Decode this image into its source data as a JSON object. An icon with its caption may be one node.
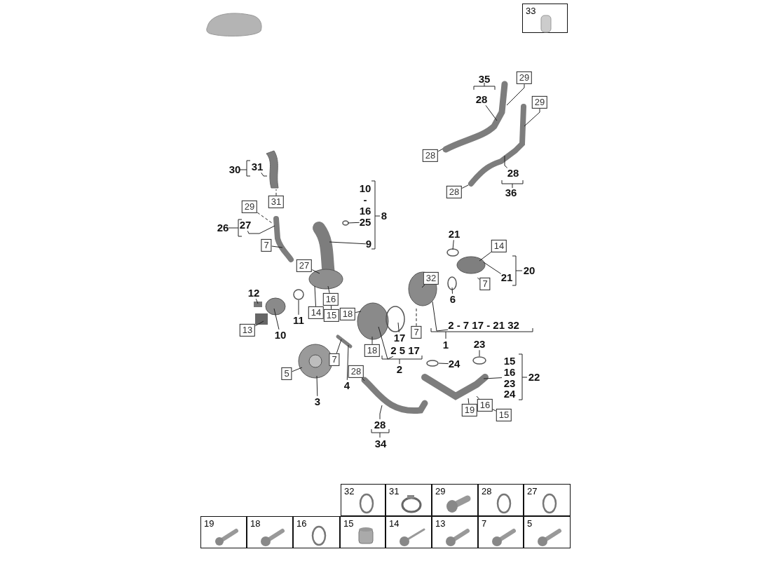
{
  "diagram": {
    "nodes": [
      {
        "text": [
          "28"
        ]
      },
      {
        "text": [
          "29"
        ]
      },
      {
        "text": [
          "29"
        ]
      },
      {
        "text": [
          "28"
        ]
      },
      {
        "text": [
          "31"
        ]
      },
      {
        "text": [
          "28"
        ]
      },
      {
        "text": [
          "28"
        ]
      },
      {
        "text": [
          "31"
        ]
      },
      {
        "text": [
          "29"
        ]
      },
      {
        "text": [
          "25"
        ]
      },
      {
        "text": [
          "27"
        ]
      },
      {
        "text": [
          "21"
        ]
      },
      {
        "text": [
          "9"
        ]
      },
      {
        "text": [
          "7"
        ]
      },
      {
        "text": [
          "14"
        ]
      },
      {
        "text": [
          "27"
        ]
      },
      {
        "text": [
          "21"
        ]
      },
      {
        "text": [
          "32"
        ]
      },
      {
        "text": [
          "7"
        ]
      },
      {
        "text": [
          "12"
        ]
      },
      {
        "text": [
          "6"
        ]
      },
      {
        "text": [
          "16"
        ]
      },
      {
        "text": [
          "14"
        ]
      },
      {
        "text": [
          "18"
        ]
      },
      {
        "text": [
          "15"
        ]
      },
      {
        "text": [
          "11"
        ]
      },
      {
        "text": [
          "2 - 7 17 - 21 32"
        ]
      },
      {
        "text": [
          "13"
        ]
      },
      {
        "text": [
          "7"
        ]
      },
      {
        "text": [
          "10"
        ]
      },
      {
        "text": [
          "17"
        ]
      },
      {
        "text": [
          "23"
        ]
      },
      {
        "text": [
          "18"
        ]
      },
      {
        "text": [
          "2 5 17"
        ]
      },
      {
        "text": [
          "7"
        ]
      },
      {
        "text": [
          "15 16 23 24"
        ]
      },
      {
        "text": [
          "24"
        ]
      },
      {
        "text": [
          "28"
        ]
      },
      {
        "text": [
          "5"
        ]
      },
      {
        "text": [
          "4"
        ]
      },
      {
        "text": [
          "3"
        ]
      },
      {
        "text": [
          "16"
        ]
      },
      {
        "text": [
          "19"
        ]
      },
      {
        "text": [
          "15"
        ]
      },
      {
        "text": [
          "28"
        ]
      }
    ],
    "edges": [
      {
        "from": 0,
        "to": null,
        "arrow": "none"
      },
      {
        "from": 1,
        "to": null,
        "arrow": "none"
      },
      {
        "from": 2,
        "to": null,
        "arrow": "none"
      },
      {
        "from": 3,
        "to": null,
        "arrow": "none"
      },
      {
        "from": 4,
        "to": null,
        "arrow": "none"
      },
      {
        "from": 5,
        "to": null,
        "arrow": "none"
      },
      {
        "from": 6,
        "to": null,
        "arrow": "none"
      },
      {
        "from": 7,
        "to": null,
        "arrow": "none",
        "style": "dashed"
      },
      {
        "from": 8,
        "to": null,
        "arrow": "none",
        "style": "dashed"
      },
      {
        "from": 9,
        "to": null,
        "arrow": "none"
      },
      {
        "from": 10,
        "to": null,
        "arrow": "none"
      },
      {
        "from": 11,
        "to": null,
        "arrow": "none"
      },
      {
        "from": 12,
        "to": null,
        "arrow": "none"
      },
      {
        "from": 13,
        "to": null,
        "arrow": "none"
      },
      {
        "from": 14,
        "to": null,
        "arrow": "none"
      },
      {
        "from": 15,
        "to": null,
        "arrow": "none"
      },
      {
        "from": 16,
        "to": null,
        "arrow": "none"
      },
      {
        "from": 17,
        "to": null,
        "arrow": "none"
      },
      {
        "from": 18,
        "to": null,
        "arrow": "none",
        "style": "dashed"
      },
      {
        "from": 19,
        "to": null,
        "arrow": "none"
      },
      {
        "from": 20,
        "to": null,
        "arrow": "none"
      },
      {
        "from": 21,
        "to": null,
        "arrow": "none"
      },
      {
        "from": 22,
        "to": null,
        "arrow": "none"
      },
      {
        "from": 23,
        "to": null,
        "arrow": "none"
      },
      {
        "from": 24,
        "to": 21,
        "arrow": "none"
      },
      {
        "from": 25,
        "to": null,
        "arrow": "none"
      },
      {
        "from": 26,
        "to": null,
        "arrow": "none"
      },
      {
        "from": 27,
        "to": null,
        "arrow": "none"
      },
      {
        "from": 28,
        "to": null,
        "arrow": "none",
        "style": "dashed"
      },
      {
        "from": 29,
        "to": null,
        "arrow": "none"
      },
      {
        "from": 30,
        "to": null,
        "arrow": "none"
      },
      {
        "from": 31,
        "to": null,
        "arrow": "none"
      },
      {
        "from": 32,
        "to": null,
        "arrow": "none"
      },
      {
        "from": 33,
        "to": null,
        "arrow": "none"
      },
      {
        "from": 34,
        "to": null,
        "arrow": "none"
      },
      {
        "from": 35,
        "to": null,
        "arrow": "none"
      },
      {
        "from": 36,
        "to": null,
        "arrow": "none"
      },
      {
        "from": 37,
        "to": null,
        "arrow": "none"
      },
      {
        "from": 38,
        "to": null,
        "arrow": "none"
      },
      {
        "from": 39,
        "to": null,
        "arrow": "none"
      },
      {
        "from": 40,
        "to": null,
        "arrow": "none"
      },
      {
        "from": 41,
        "to": null,
        "arrow": "none"
      },
      {
        "from": 42,
        "to": null,
        "arrow": "none"
      },
      {
        "from": 43,
        "to": 41,
        "arrow": "none"
      },
      {
        "from": 44,
        "to": null,
        "arrow": "none"
      }
    ],
    "labels": [
      "33",
      "35",
      "30",
      "10 - 16",
      "8",
      "26",
      "36",
      "20",
      "1",
      "2",
      "22",
      "34",
      "32",
      "31",
      "29",
      "28",
      "27",
      "19",
      "18",
      "16",
      "15",
      "14",
      "13",
      "7",
      "5"
    ]
  }
}
